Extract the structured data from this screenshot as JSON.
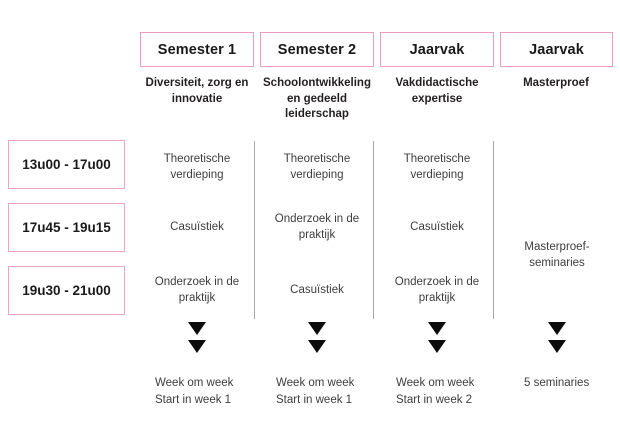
{
  "diagram": {
    "type": "course-schedule-grid",
    "accent_pink": "#eb9cc0",
    "divider_gray": "#a9a9a9",
    "text_color": "#3d3d3d"
  },
  "columns": [
    {
      "badge": "Semester 1",
      "subtitle": "Diversiteit, zorg\nen innovatie",
      "footer": "Week om week\nStart in week 1"
    },
    {
      "badge": "Semester 2",
      "subtitle": "Schoolontwikkeling\nen gedeeld\nleiderschap",
      "footer": "Week om week\nStart in week 1"
    },
    {
      "badge": "Jaarvak",
      "subtitle": "Vakdidactische\nexpertise",
      "footer": "Week om week\nStart in week 2"
    },
    {
      "badge": "Jaarvak",
      "subtitle": "Masterproef",
      "footer": "5 seminaries"
    }
  ],
  "time_slots": [
    {
      "label": "13u00 - 17u00"
    },
    {
      "label": "17u45 - 19u15"
    },
    {
      "label": "19u30 - 21u00"
    }
  ],
  "grid": {
    "row_1": [
      "Theoretische\nverdieping",
      "Theoretische\nverdieping",
      "Theoretische\nverdieping",
      ""
    ],
    "row_2": [
      "Casuïstiek",
      "Onderzoek\nin de praktijk",
      "Casuïstiek",
      ""
    ],
    "row_3": [
      "Onderzoek\nin de praktijk",
      "Casuïstiek",
      "Onderzoek\nin de praktijk",
      ""
    ],
    "masterproef_cell": "Masterproef-\nseminaries"
  },
  "arrows": {
    "glyph": "triangle-down",
    "count_per_column": 2
  }
}
